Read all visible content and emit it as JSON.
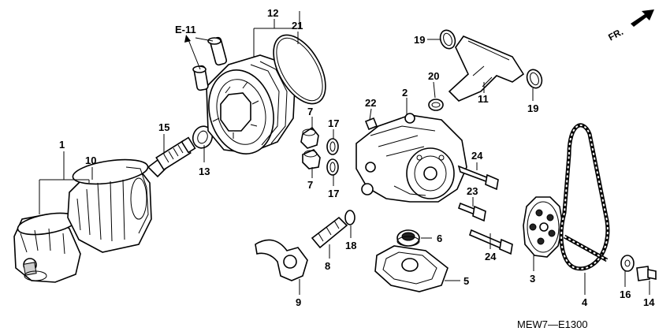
{
  "diagram": {
    "reference_label": "E-11",
    "direction_label": "FR.",
    "drawing_code": "MEW7—E1300",
    "callouts": {
      "p1": "1",
      "p2": "2",
      "p3": "3",
      "p4": "4",
      "p5": "5",
      "p6": "6",
      "p7a": "7",
      "p7b": "7",
      "p8": "8",
      "p9": "9",
      "p10": "10",
      "p11": "11",
      "p12": "12",
      "p13": "13",
      "p14": "14",
      "p15": "15",
      "p16": "16",
      "p17a": "17",
      "p17b": "17",
      "p18": "18",
      "p19a": "19",
      "p19b": "19",
      "p20": "20",
      "p21": "21",
      "p22": "22",
      "p23": "23",
      "p24a": "24",
      "p24b": "24"
    }
  }
}
